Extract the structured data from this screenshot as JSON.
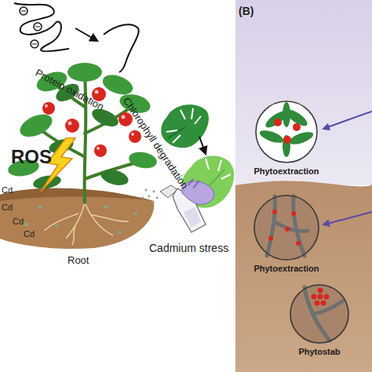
{
  "diagram": {
    "nodes": [
      {
        "text": [
          "Phytoextraction"
        ]
      },
      {
        "text": [
          "Phytoextraction"
        ]
      },
      {
        "text": [
          "Phytostab"
        ]
      }
    ],
    "labels": [
      "Protein oxidation",
      "Chlorophyll degradation",
      "ROS",
      "Cadmium stress",
      "Root",
      "Cd",
      "Cd",
      "Cd",
      "Cd",
      "(B)"
    ]
  }
}
